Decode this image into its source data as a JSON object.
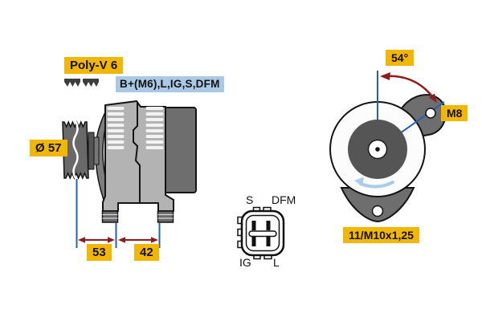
{
  "side_view": {
    "belt_label": "Poly-V 6",
    "terminal_label": "B+(M6),L,IG,S,DFM",
    "pulley_diameter_label": "Ø 57",
    "dimension_front": "53",
    "dimension_rear": "42"
  },
  "rear_view": {
    "angle_label": "54°",
    "bolt_label": "M8",
    "thread_label": "11/M10x1,25"
  },
  "connector": {
    "pin_top_left": "S",
    "pin_top_right": "DFM",
    "pin_bottom_left": "IG",
    "pin_bottom_right": "L"
  },
  "colors": {
    "highlight_yellow": "#f2b705",
    "info_blue": "#a9c9e5",
    "dimension_red": "#8e1c1c",
    "extension_blue": "#2660b5",
    "rotation_blue": "#a8ccec",
    "body_gray": "#b3b3b3",
    "dark_gray": "#6e6e6e"
  }
}
